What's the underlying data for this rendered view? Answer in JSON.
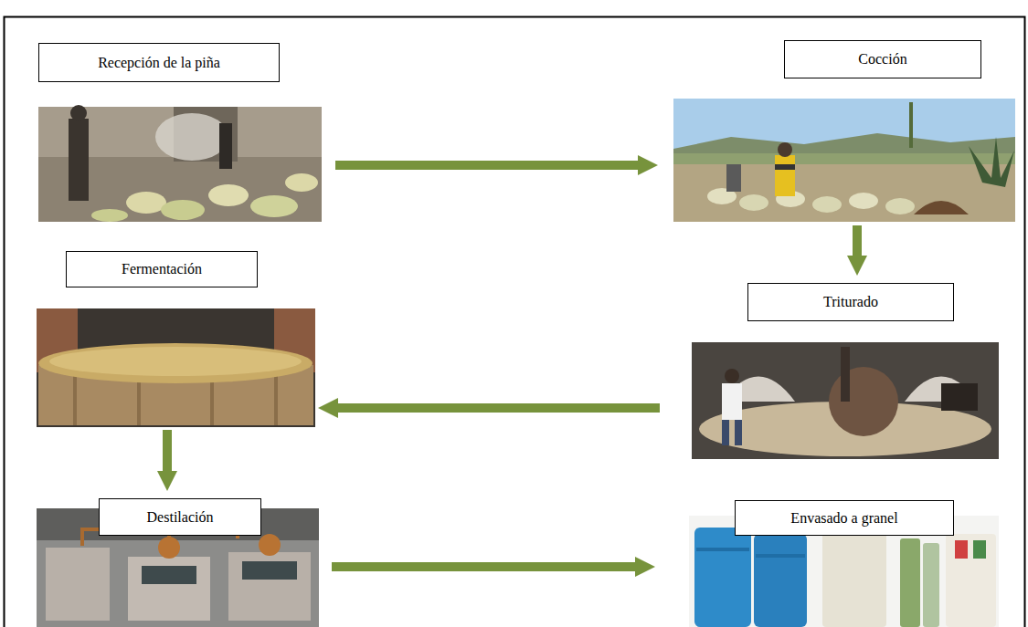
{
  "diagram": {
    "nodes": [
      {
        "text": [
          "Recepción de la piña"
        ]
      },
      {
        "text": [
          "Cocción"
        ]
      },
      {
        "text": [
          "Fermentación"
        ]
      },
      {
        "text": [
          "Triturado"
        ]
      },
      {
        "text": [
          "Destilación"
        ]
      },
      {
        "text": [
          "Envasado a granel"
        ]
      }
    ],
    "edges": [
      {
        "from": 0,
        "to": 1,
        "arrow": "to"
      },
      {
        "from": 1,
        "to": 3,
        "arrow": "to"
      },
      {
        "from": 3,
        "to": 2,
        "arrow": "to"
      },
      {
        "from": 2,
        "to": 4,
        "arrow": "to"
      },
      {
        "from": 4,
        "to": 5,
        "arrow": "to"
      }
    ]
  }
}
